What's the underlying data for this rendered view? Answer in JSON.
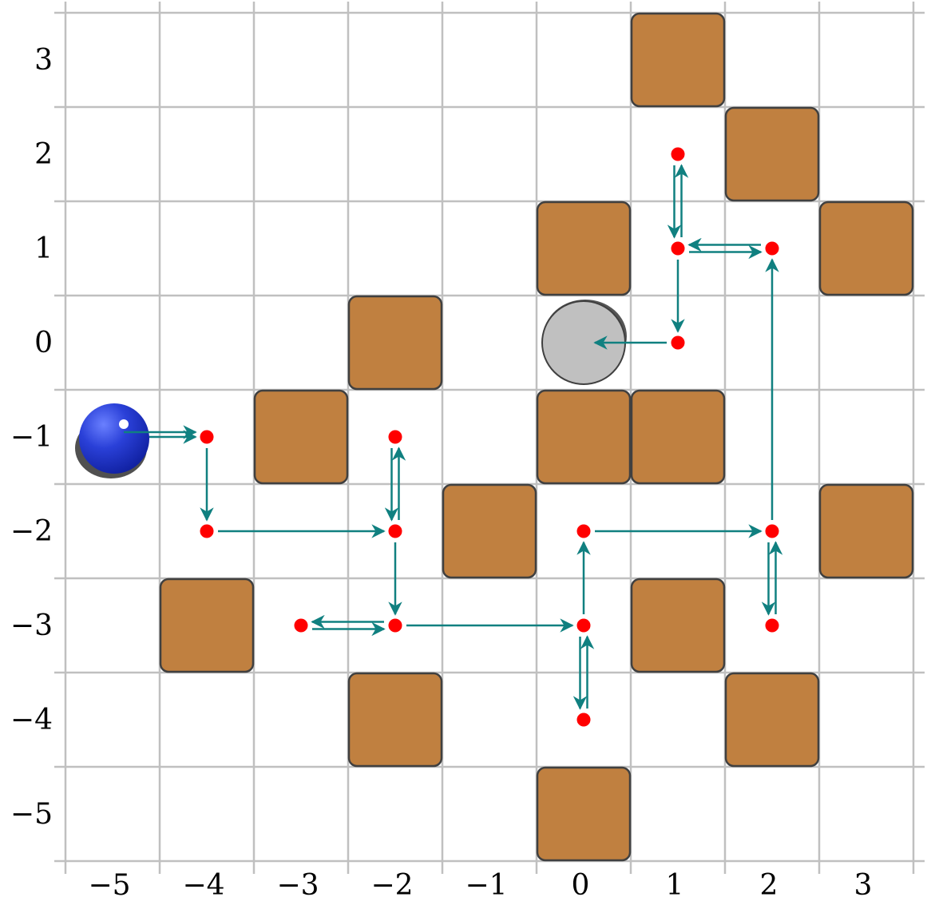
{
  "board": {
    "x_range": [
      -5,
      3
    ],
    "y_range": [
      -5,
      3
    ],
    "x_ticks": [
      -5,
      -4,
      -3,
      -2,
      -1,
      0,
      1,
      2,
      3
    ],
    "y_ticks": [
      3,
      2,
      1,
      0,
      -1,
      -2,
      -3,
      -4,
      -5
    ],
    "x_tick_labels": [
      "−5",
      "−4",
      "−3",
      "−2",
      "−1",
      "0",
      "1",
      "2",
      "3"
    ],
    "y_tick_labels": [
      "3",
      "2",
      "1",
      "0",
      "−1",
      "−2",
      "−3",
      "−4",
      "−5"
    ]
  },
  "colors": {
    "grid": "#c0c0c0",
    "wall_fill": "#c08040",
    "wall_stroke": "#404040",
    "node": "#ff0000",
    "arrow": "#108080",
    "player": "#1a33cc",
    "goal": "#c0c0c0"
  },
  "walls": [
    [
      1,
      3
    ],
    [
      2,
      2
    ],
    [
      0,
      1
    ],
    [
      3,
      1
    ],
    [
      -2,
      0
    ],
    [
      -3,
      -1
    ],
    [
      0,
      -1
    ],
    [
      1,
      -1
    ],
    [
      -1,
      -2
    ],
    [
      3,
      -2
    ],
    [
      -4,
      -3
    ],
    [
      1,
      -3
    ],
    [
      -2,
      -4
    ],
    [
      2,
      -4
    ],
    [
      0,
      -5
    ]
  ],
  "player": {
    "icon": "blue-ball-icon",
    "cell": [
      -5,
      -1
    ]
  },
  "goal": {
    "icon": "gray-cylinder-icon",
    "cell": [
      0,
      0
    ]
  },
  "nodes": [
    [
      1,
      2
    ],
    [
      1,
      1
    ],
    [
      2,
      1
    ],
    [
      1,
      0
    ],
    [
      -4,
      -1
    ],
    [
      -2,
      -1
    ],
    [
      -4,
      -2
    ],
    [
      -2,
      -2
    ],
    [
      0,
      -2
    ],
    [
      2,
      -2
    ],
    [
      -3,
      -3
    ],
    [
      -2,
      -3
    ],
    [
      0,
      -3
    ],
    [
      2,
      -3
    ],
    [
      0,
      -4
    ]
  ],
  "moves": [
    {
      "from": [
        -5,
        -1
      ],
      "to": [
        -4,
        -1
      ]
    },
    {
      "from": [
        -4,
        -1
      ],
      "to": [
        -4,
        -2
      ]
    },
    {
      "from": [
        -4,
        -2
      ],
      "to": [
        -2,
        -2
      ]
    },
    {
      "from": [
        -2,
        -2
      ],
      "to": [
        -2,
        -1
      ]
    },
    {
      "from": [
        -2,
        -1
      ],
      "to": [
        -2,
        -2
      ]
    },
    {
      "from": [
        -2,
        -2
      ],
      "to": [
        -2,
        -3
      ]
    },
    {
      "from": [
        -2,
        -3
      ],
      "to": [
        -3,
        -3
      ]
    },
    {
      "from": [
        -3,
        -3
      ],
      "to": [
        -2,
        -3
      ]
    },
    {
      "from": [
        -2,
        -3
      ],
      "to": [
        0,
        -3
      ]
    },
    {
      "from": [
        0,
        -3
      ],
      "to": [
        0,
        -4
      ]
    },
    {
      "from": [
        0,
        -4
      ],
      "to": [
        0,
        -3
      ]
    },
    {
      "from": [
        0,
        -3
      ],
      "to": [
        0,
        -2
      ]
    },
    {
      "from": [
        0,
        -2
      ],
      "to": [
        2,
        -2
      ]
    },
    {
      "from": [
        2,
        -2
      ],
      "to": [
        2,
        -3
      ]
    },
    {
      "from": [
        2,
        -3
      ],
      "to": [
        2,
        -2
      ]
    },
    {
      "from": [
        2,
        -2
      ],
      "to": [
        2,
        1
      ]
    },
    {
      "from": [
        2,
        1
      ],
      "to": [
        1,
        1
      ]
    },
    {
      "from": [
        1,
        1
      ],
      "to": [
        2,
        1
      ]
    },
    {
      "from": [
        1,
        1
      ],
      "to": [
        1,
        2
      ]
    },
    {
      "from": [
        1,
        2
      ],
      "to": [
        1,
        1
      ]
    },
    {
      "from": [
        1,
        1
      ],
      "to": [
        1,
        0
      ]
    },
    {
      "from": [
        1,
        0
      ],
      "to": [
        0,
        0
      ]
    }
  ]
}
